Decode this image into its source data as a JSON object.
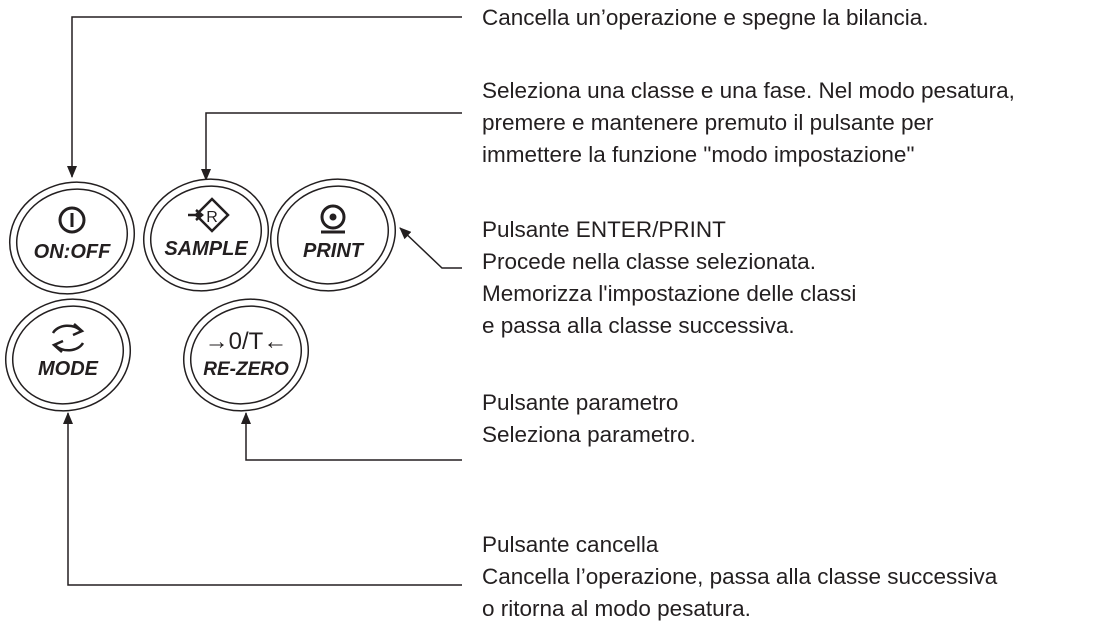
{
  "buttons": {
    "onoff": {
      "label": "ON:OFF",
      "icon": "power-icon"
    },
    "sample": {
      "label": "SAMPLE",
      "icon": "sample-icon",
      "icon_letter": "R"
    },
    "print": {
      "label": "PRINT",
      "icon": "print-icon"
    },
    "mode": {
      "label": "MODE",
      "icon": "cycle-icon"
    },
    "rezero": {
      "label": "RE-ZERO",
      "symbol": "→0/T←"
    }
  },
  "descriptions": {
    "onoff": {
      "lines": [
        "Cancella un’operazione e spegne la bilancia."
      ]
    },
    "sample": {
      "lines": [
        "Seleziona una classe e una fase. Nel modo pesatura,",
        "premere e mantenere premuto il pulsante per",
        "immettere la funzione \"modo impostazione\""
      ]
    },
    "print": {
      "lines": [
        "Pulsante ENTER/PRINT",
        "Procede nella classe selezionata.",
        "Memorizza l'impostazione delle classi",
        "e passa alla classe successiva."
      ]
    },
    "rezero": {
      "lines": [
        "Pulsante parametro",
        "Seleziona parametro."
      ]
    },
    "mode": {
      "lines": [
        "Pulsante cancella",
        "Cancella l’operazione, passa alla classe successiva",
        "o ritorna al modo pesatura."
      ]
    }
  }
}
